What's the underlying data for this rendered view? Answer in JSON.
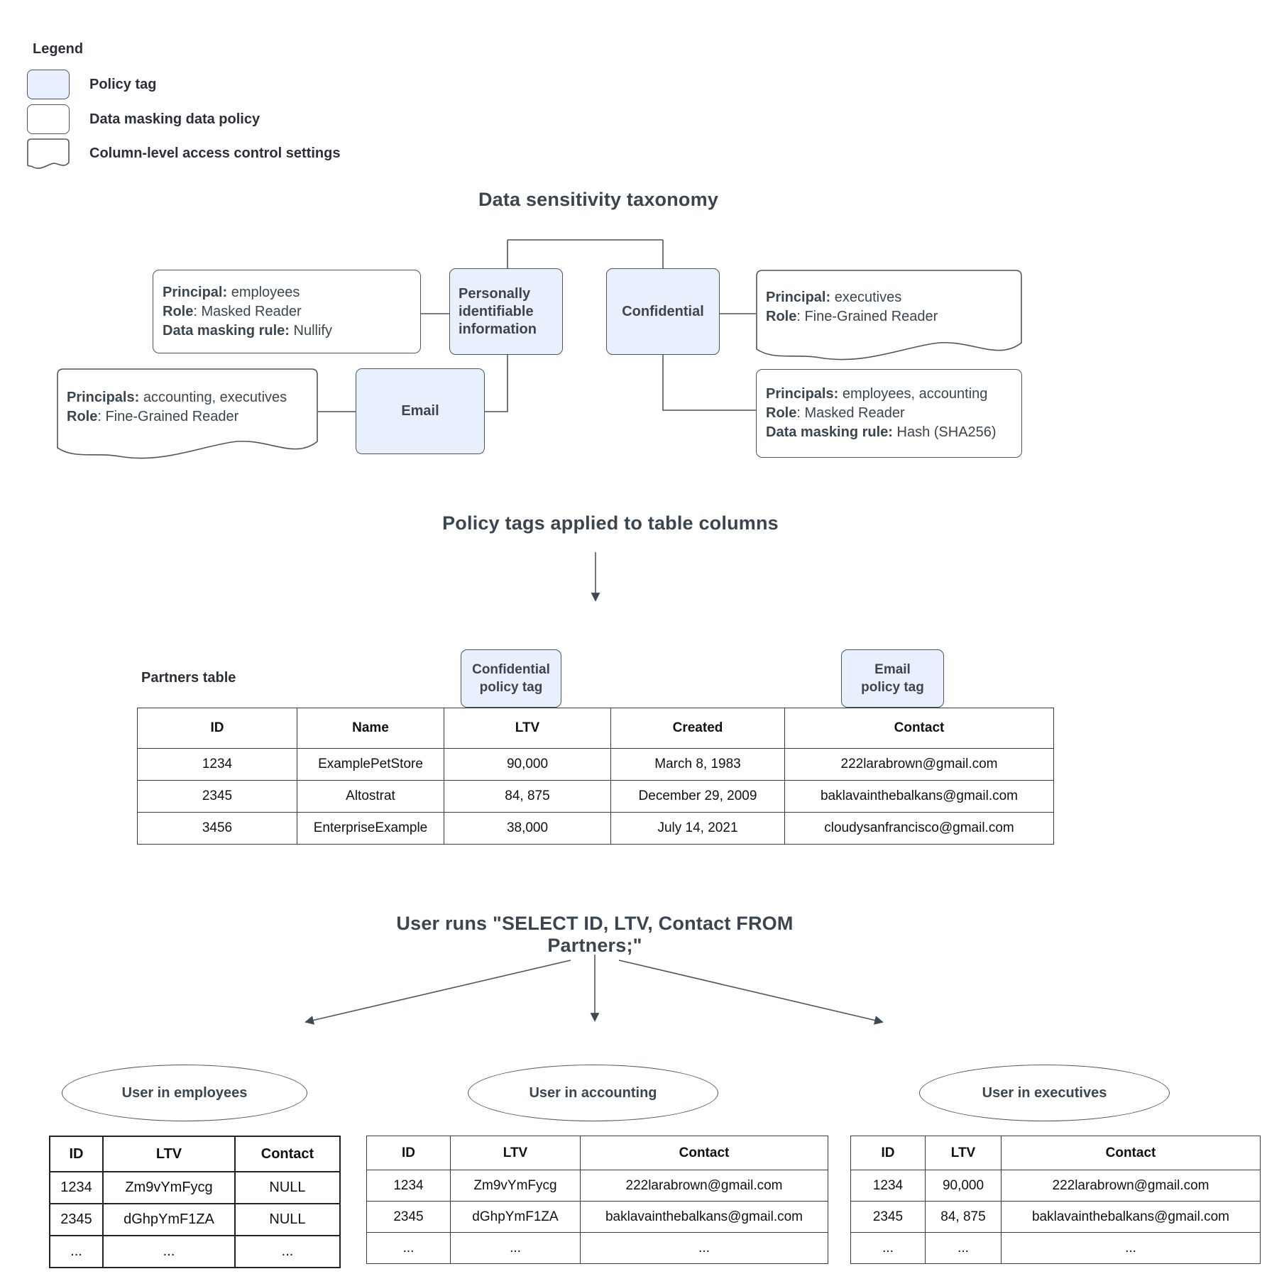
{
  "legend": {
    "title": "Legend",
    "items": [
      {
        "label": "Policy tag",
        "swatch": "policy-tag-swatch"
      },
      {
        "label": "Data masking data policy",
        "swatch": "data-policy-swatch"
      },
      {
        "label": "Column-level access control settings",
        "swatch": "acl-swatch"
      }
    ]
  },
  "taxonomy": {
    "title": "Data sensitivity taxonomy",
    "pii_label": "Personally identifiable information",
    "confidential_label": "Confidential",
    "email_label": "Email",
    "policies": {
      "employees_nullify": [
        [
          {
            "b": "Principal:"
          },
          {
            "t": " employees"
          }
        ],
        [
          {
            "b": "Role"
          },
          {
            "t": ": Masked Reader"
          }
        ],
        [
          {
            "b": "Data masking rule:"
          },
          {
            "t": " Nullify"
          }
        ]
      ],
      "executives_fine_grained": [
        [
          {
            "b": "Principal:"
          },
          {
            "t": " executives"
          }
        ],
        [
          {
            "b": "Role"
          },
          {
            "t": ": Fine-Grained Reader"
          }
        ]
      ],
      "accounting_executives_fine_grained": [
        [
          {
            "b": "Principals:"
          },
          {
            "t": " accounting, executives"
          }
        ],
        [
          {
            "b": "Role"
          },
          {
            "t": ": Fine-Grained Reader"
          }
        ]
      ],
      "employees_accounting_hash": [
        [
          {
            "b": "Principals:"
          },
          {
            "t": " employees, accounting"
          }
        ],
        [
          {
            "b": "Role"
          },
          {
            "t": ": Masked Reader"
          }
        ],
        [
          {
            "b": "Data masking rule:"
          },
          {
            "t": " Hash (SHA256)"
          }
        ]
      ]
    }
  },
  "policy_tags_section": {
    "title": "Policy tags applied to table columns",
    "table_label": "Partners table",
    "confidential_tag": {
      "line1": "Confidential",
      "line2": "policy tag"
    },
    "email_tag": {
      "line1": "Email",
      "line2": "policy tag"
    },
    "partners_table": {
      "headers": [
        "ID",
        "Name",
        "LTV",
        "Created",
        "Contact"
      ],
      "rows": [
        [
          "1234",
          "ExamplePetStore",
          "90,000",
          "March 8, 1983",
          "222larabrown@gmail.com"
        ],
        [
          "2345",
          "Altostrat",
          "84, 875",
          "December 29, 2009",
          "baklavainthebalkans@gmail.com"
        ],
        [
          "3456",
          "EnterpriseExample",
          "38,000",
          "July 14, 2021",
          "cloudysanfrancisco@gmail.com"
        ]
      ]
    }
  },
  "query_section": {
    "title": "User runs \"SELECT ID, LTV, Contact FROM Partners;\"",
    "results": [
      {
        "group": "User in employees",
        "table": {
          "headers": [
            "ID",
            "LTV",
            "Contact"
          ],
          "rows": [
            [
              "1234",
              "Zm9vYmFycg",
              "NULL"
            ],
            [
              "2345",
              "dGhpYmF1ZA",
              "NULL"
            ],
            [
              "...",
              "...",
              "..."
            ]
          ]
        }
      },
      {
        "group": "User in accounting",
        "table": {
          "headers": [
            "ID",
            "LTV",
            "Contact"
          ],
          "rows": [
            [
              "1234",
              "Zm9vYmFycg",
              "222larabrown@gmail.com"
            ],
            [
              "2345",
              "dGhpYmF1ZA",
              "baklavainthebalkans@gmail.com"
            ],
            [
              "...",
              "...",
              "..."
            ]
          ]
        }
      },
      {
        "group": "User in executives",
        "table": {
          "headers": [
            "ID",
            "LTV",
            "Contact"
          ],
          "rows": [
            [
              "1234",
              "90,000",
              "222larabrown@gmail.com"
            ],
            [
              "2345",
              "84, 875",
              "baklavainthebalkans@gmail.com"
            ],
            [
              "...",
              "...",
              "..."
            ]
          ]
        }
      }
    ]
  },
  "colors": {
    "policy_tag_fill": "#e8f0fe",
    "shape_border": "#4a5563",
    "heading_text": "#3b4550",
    "table_border": "#333333"
  }
}
